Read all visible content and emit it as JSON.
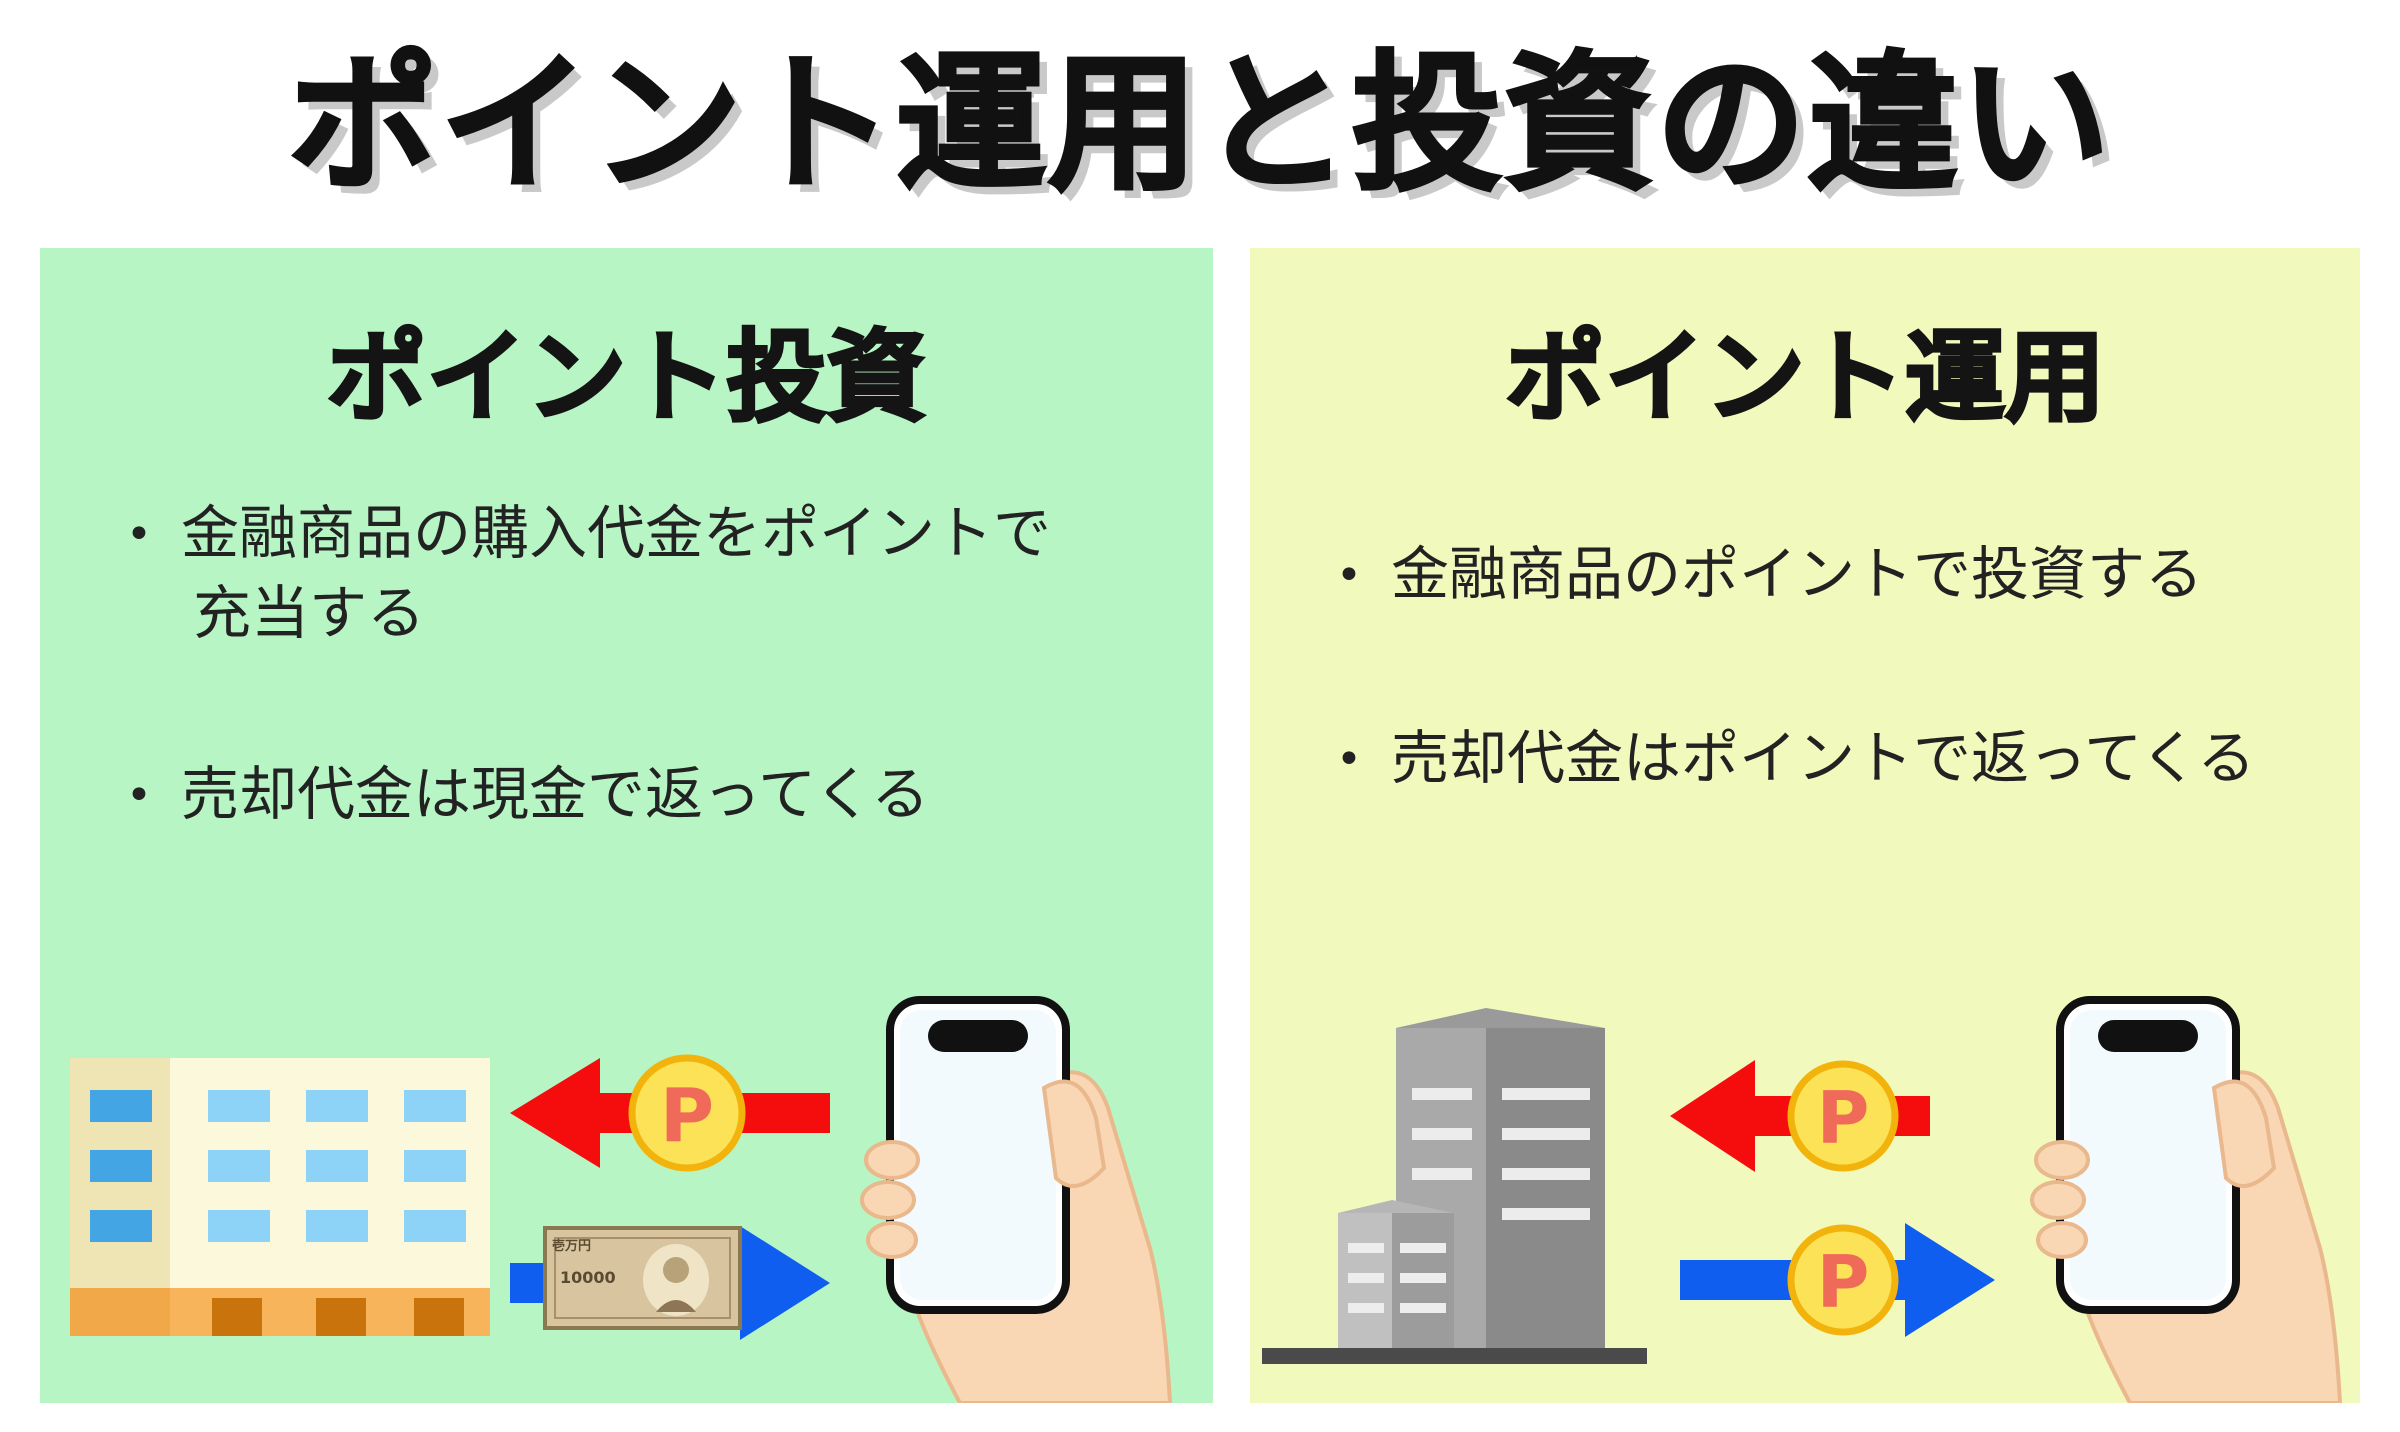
{
  "title": "ポイント運用と投資の違い",
  "left_panel": {
    "title": "ポイント投資",
    "bullets": [
      {
        "line1": "金融商品の購入代金をポイントで",
        "line2": "充当する"
      },
      {
        "line1": "売却代金は現金で返ってくる"
      }
    ],
    "coin_label": "P",
    "banknote": {
      "denomination": "壱万円",
      "amount": "10000"
    }
  },
  "right_panel": {
    "title": "ポイント運用",
    "bullets": [
      {
        "line1": "金融商品のポイントで投資する"
      },
      {
        "line1": "売却代金はポイントで返ってくる"
      }
    ],
    "coin_label_top": "P",
    "coin_label_bottom": "P"
  },
  "colors": {
    "left_bg": "#b8f5c5",
    "right_bg": "#f2f9bd",
    "arrow_red": "#f50d0d",
    "arrow_blue": "#0f5ef0",
    "coin_fill": "#fbe256",
    "coin_text": "#f06a5a"
  }
}
